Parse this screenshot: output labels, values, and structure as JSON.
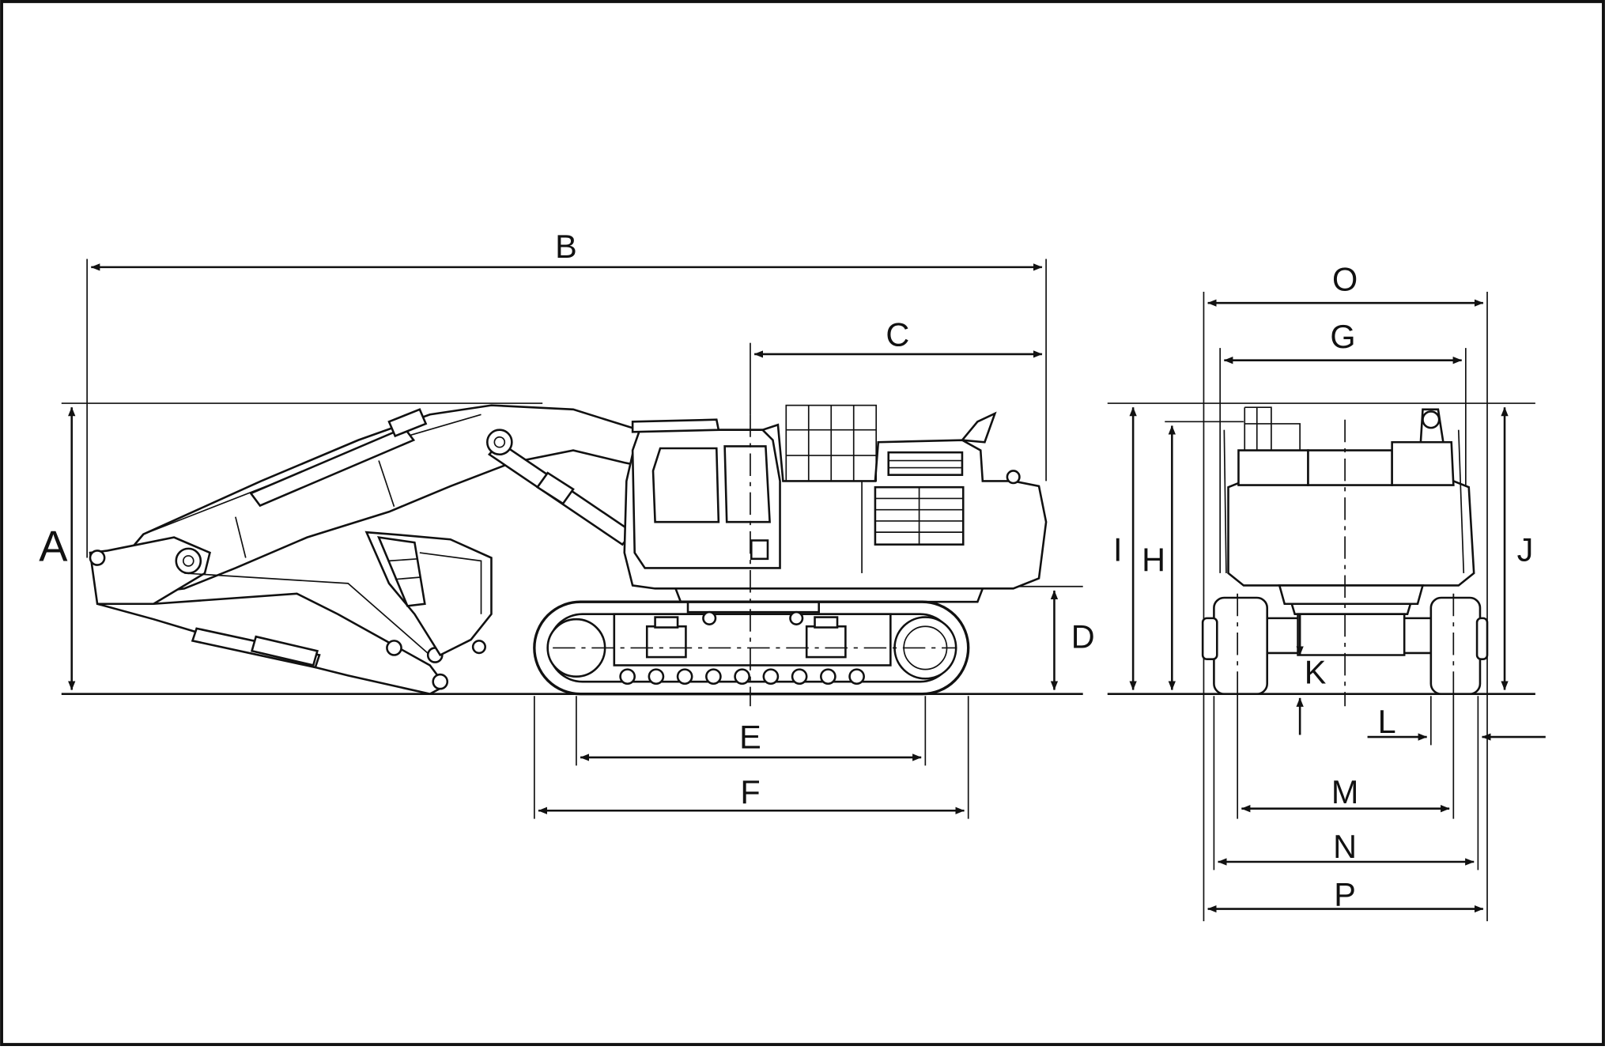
{
  "diagram": {
    "side_view_labels": {
      "A": "A",
      "B": "B",
      "C": "C",
      "D": "D",
      "E": "E",
      "F": "F"
    },
    "front_view_labels": {
      "G": "G",
      "H": "H",
      "I": "I",
      "J": "J",
      "K": "K",
      "L": "L",
      "M": "M",
      "N": "N",
      "O": "O",
      "P": "P"
    }
  }
}
